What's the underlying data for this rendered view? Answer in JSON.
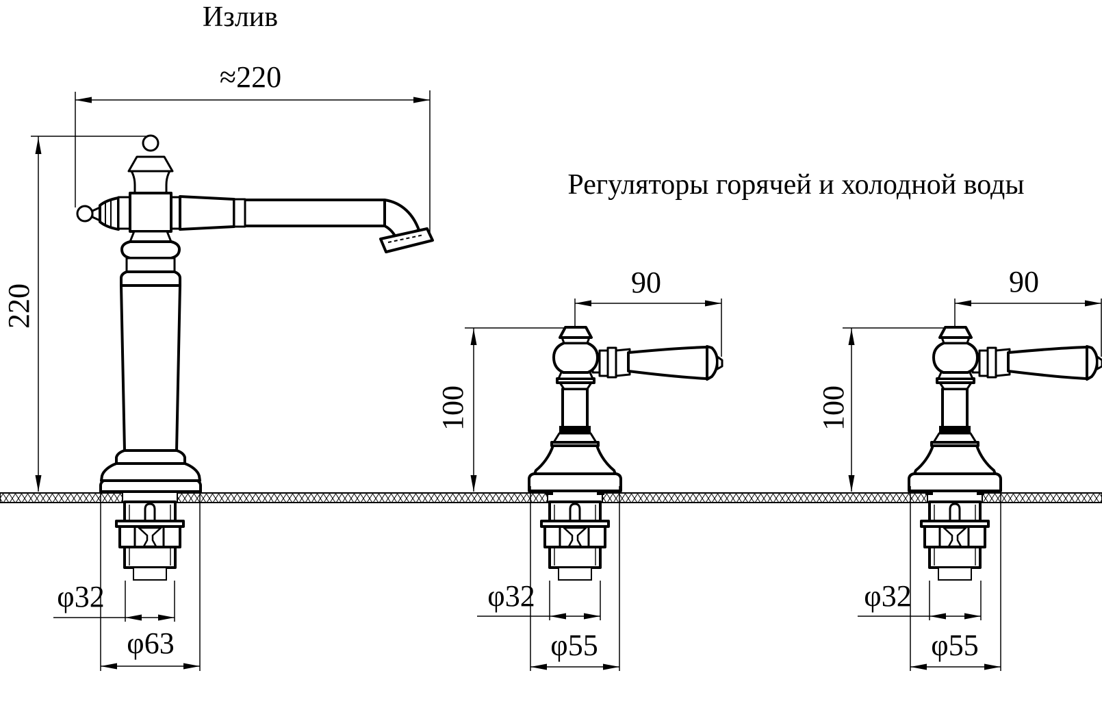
{
  "page": {
    "background": "#ffffff",
    "line_color": "#000000"
  },
  "spout": {
    "title": "Излив",
    "dim_width": "≈220",
    "dim_height": "220",
    "dim_shank": "φ32",
    "dim_base": "φ63"
  },
  "regulators": {
    "title": "Регуляторы горячей и холодной воды",
    "hot": {
      "dim_handle": "90",
      "dim_height": "100",
      "dim_shank": "φ32",
      "dim_base": "φ55"
    },
    "cold": {
      "dim_handle": "90",
      "dim_height": "100",
      "dim_shank": "φ32",
      "dim_base": "φ55"
    }
  }
}
